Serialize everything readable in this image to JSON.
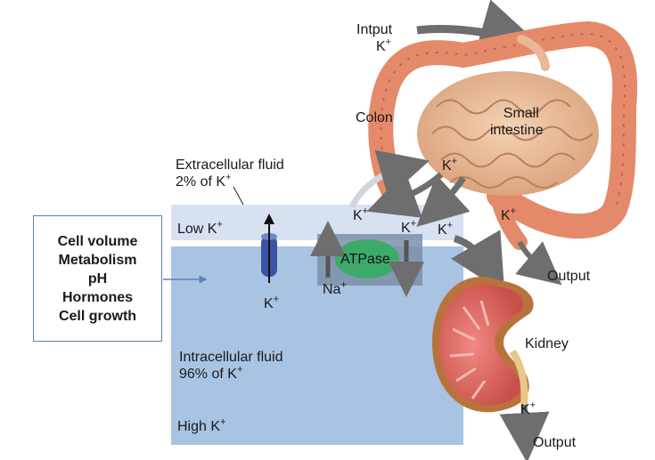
{
  "title": "",
  "factors": [
    "Cell volume",
    "Metabolism",
    "pH",
    "Hormones",
    "Cell growth"
  ],
  "extracellular": {
    "line1": "Extracellular fluid",
    "line2_prefix": "2% of K",
    "ion_charge": "+",
    "level_prefix": "Low K"
  },
  "intracellular": {
    "line1": "Intracellular fluid",
    "line2_prefix": "96% of K",
    "ion_charge": "+",
    "level_prefix": "High K"
  },
  "channel_label": {
    "ion": "K",
    "charge": "+"
  },
  "pump": {
    "name": "ATPase",
    "na_ion": "Na",
    "na_charge": "+",
    "k_ion": "K",
    "k_charge": "+"
  },
  "input": {
    "line1": "Intput",
    "ion": "K",
    "charge": "+"
  },
  "organs": {
    "colon": "Colon",
    "small_intestine_line1": "Small",
    "small_intestine_line2": "intestine",
    "kidney": "Kidney"
  },
  "flow_labels": {
    "gut_k": "K",
    "to_cell_k": "K",
    "to_kidney_k": "K",
    "gut_output_k": "K",
    "kidney_output_k": "K",
    "charge": "+"
  },
  "outputs": {
    "gut": "Output",
    "kidney": "Output"
  },
  "colors": {
    "ecf": "#d7e1f1",
    "icf": "#a9c3e3",
    "pump_body": "#3eaa6a",
    "channel": "#3a53a4",
    "intestine": "#e8b898",
    "colon": "#e48a6a",
    "kidney": "#e4716a",
    "arrow": "#6e6e6e"
  }
}
